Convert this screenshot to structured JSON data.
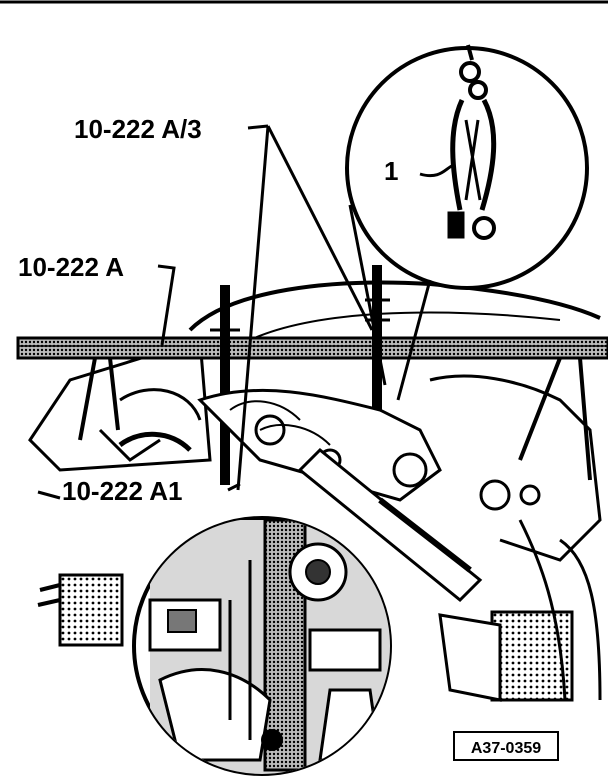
{
  "labels": {
    "top_tool": "10-222 A/3",
    "bar_tool": "10-222 A",
    "lower_tool": "10-222 A1",
    "detail_item": "1"
  },
  "figure_code": "A37-0359",
  "colors": {
    "ink": "#000000",
    "paper": "#ffffff",
    "shade": "#555555"
  }
}
